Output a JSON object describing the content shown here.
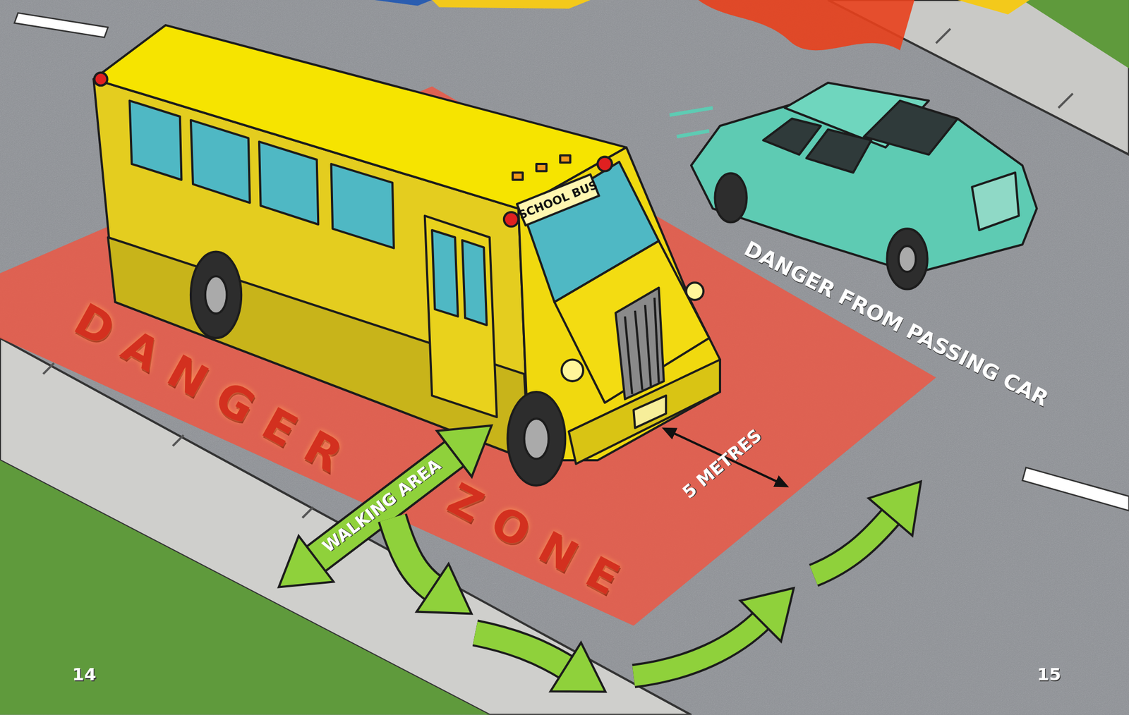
{
  "diagram": {
    "nodes": [
      {
        "text": [
          "DANGER",
          "ZONE"
        ]
      }
    ],
    "labels": [
      "SCHOOL BUS",
      "DANGER FROM PASSING CAR",
      "WALKING AREA",
      "5 METRES",
      "14",
      "15"
    ]
  }
}
